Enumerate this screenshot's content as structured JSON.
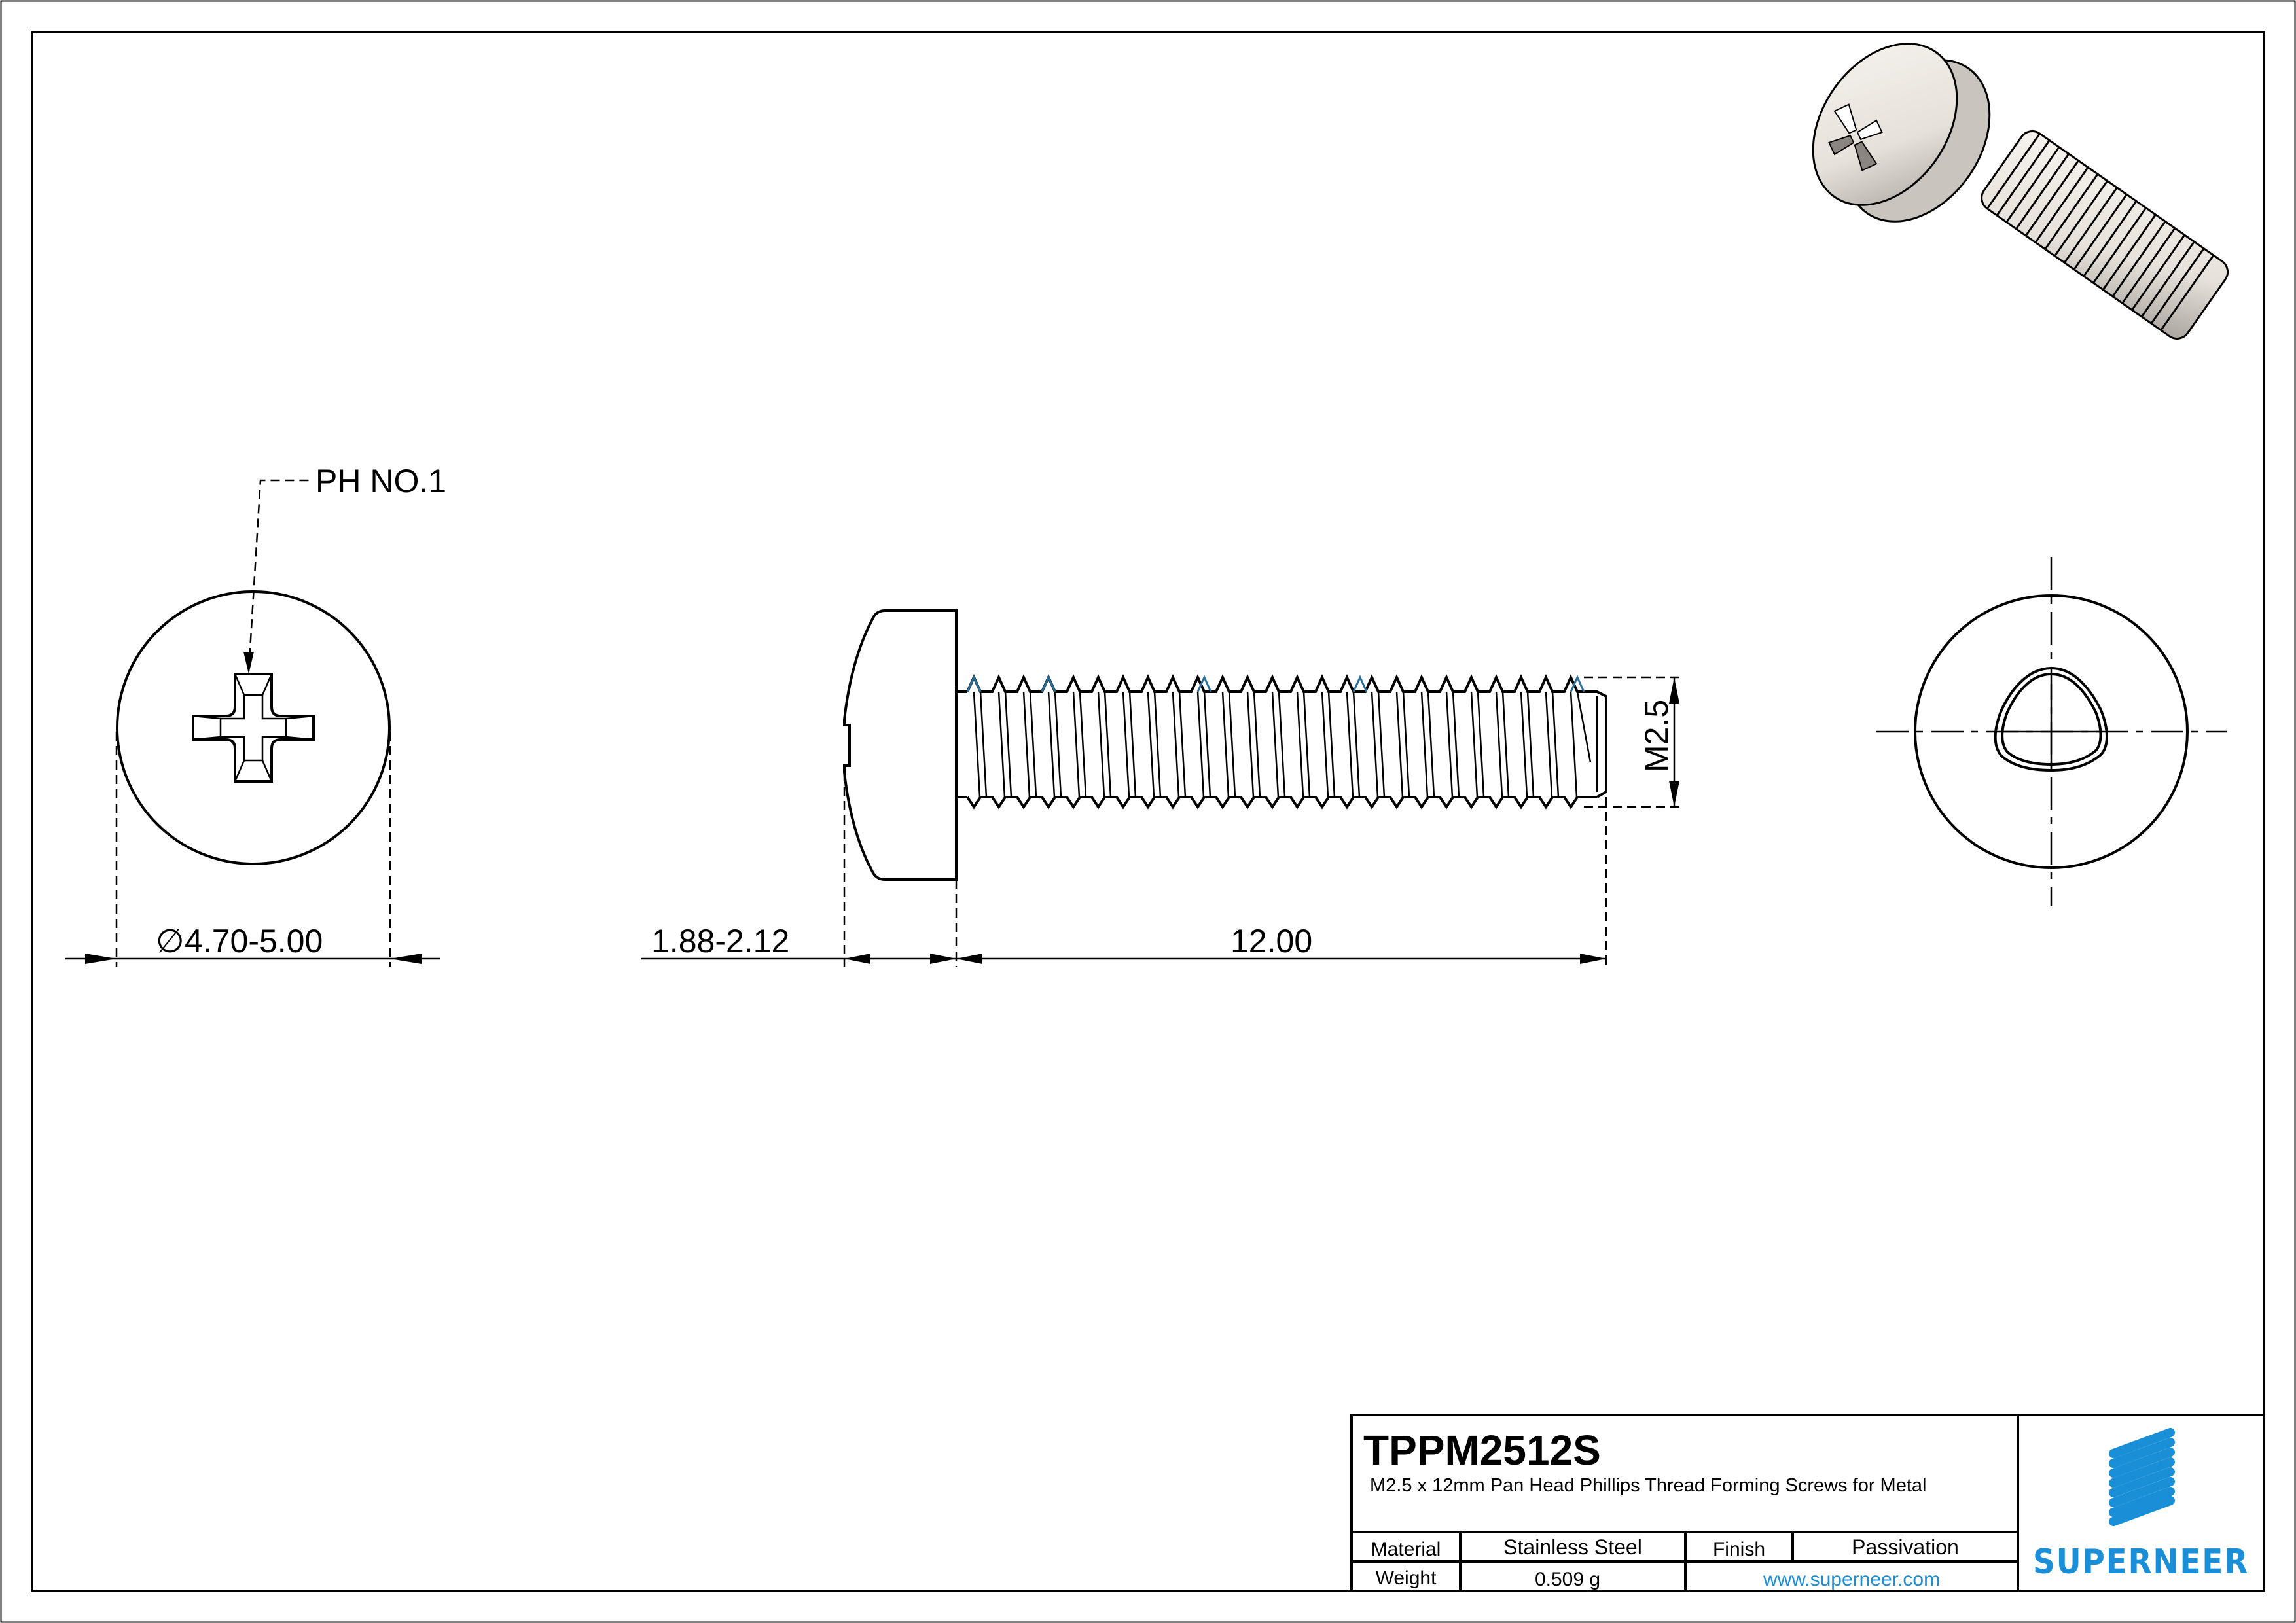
{
  "drawing": {
    "part_number": "TPPM2512S",
    "description": "M2.5 x 12mm Pan Head Phillips Thread Forming Screws for Metal",
    "callouts": {
      "drive": "PH NO.1",
      "head_diameter": "4.70-5.00",
      "diameter_symbol": "∅",
      "head_height": "1.88-2.12",
      "length": "12.00",
      "thread": "M2.5"
    },
    "views": [
      "top-view-head",
      "side-view",
      "end-view-trilobular",
      "isometric-render"
    ]
  },
  "title_block": {
    "material_label": "Material",
    "material_value": "Stainless Steel",
    "finish_label": "Finish",
    "finish_value": "Passivation",
    "weight_label": "Weight",
    "weight_value": "0.509 g",
    "website": "www.superneer.com"
  },
  "brand": {
    "name": "SUPERNEER",
    "color": "#1a8fd8",
    "logo_icon": "diagonal-stripes-icon"
  },
  "colors": {
    "line": "#000000",
    "background": "#ffffff",
    "thread_highlight": "#2a6f9a"
  }
}
